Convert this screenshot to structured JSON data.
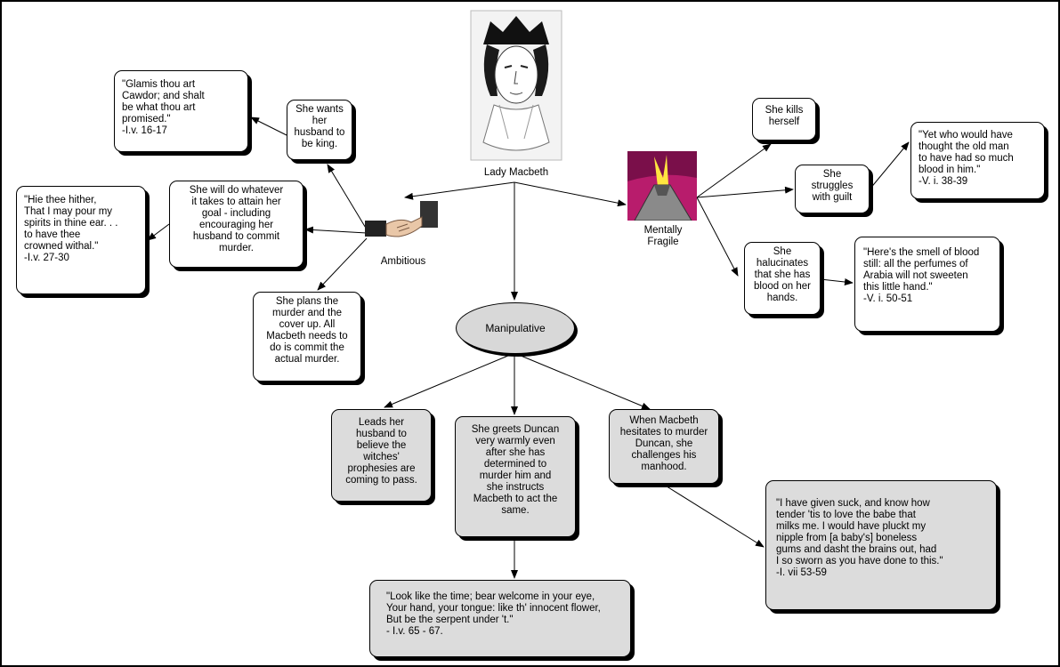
{
  "center": {
    "name": "Lady Macbeth",
    "portrait_icon": "woman-portrait"
  },
  "traits": {
    "ambitious": {
      "label": "Ambitious",
      "icon": "handshake"
    },
    "mentally_fragile": {
      "label": "Mentally\nFragile",
      "icon": "volcano"
    },
    "manipulative": {
      "label": "Manipulative"
    }
  },
  "ambitious_nodes": {
    "wants_king": "She wants\nher\nhusband to\nbe king.",
    "whatever": "She will do whatever\nit takes to attain her\ngoal - including\nencouraging her\nhusband to commit\nmurder.",
    "plans": "She plans the\nmurder and the\ncover up.  All\nMacbeth needs to\ndo is commit the\nactual murder."
  },
  "ambitious_quotes": {
    "glamis": "\"Glamis thou art\nCawdor; and shalt\nbe what thou art\npromised.\"\n          -I.v. 16-17",
    "hie": "\"Hie thee hither,\nThat I may pour my\nspirits in thine ear. . .\nto have thee\ncrowned withal.\"\n          -I.v. 27-30"
  },
  "fragile_nodes": {
    "kills": "She kills\nherself",
    "guilt": "She\nstruggles\nwith guilt",
    "halucinates": "She\nhalucinates\nthat she has\nblood on her\nhands."
  },
  "fragile_quotes": {
    "old_man": "\"Yet who would have\nthought the old man\nto have had so much\nblood in him.\"\n          -V. i. 38-39",
    "smell": "\"Here's the smell of blood\nstill: all the perfumes of\nArabia will not sweeten\nthis little hand.\"\n          -V. i. 50-51"
  },
  "manipulative_nodes": {
    "leads": "Leads her\nhusband to\nbelieve the\nwitches'\nprophesies are\ncoming to pass.",
    "greets": "She greets Duncan\nvery warmly even\nafter she has\ndetermined to\nmurder him and\nshe instructs\nMacbeth to act the\nsame.",
    "hesitates": "When Macbeth\nhesitates to murder\nDuncan, she\nchallenges his\nmanhood."
  },
  "manipulative_quotes": {
    "look": "\"Look like the time; bear welcome in your eye,\nYour hand, your tongue: like th' innocent flower,\nBut be the serpent under 't.\"\n          - I.v. 65 - 67.",
    "suck": "\"I have given suck, and know how\ntender 'tis to love the babe that\nmilks me.  I would have pluckt my\nnipple from [a baby's] boneless\ngums and dasht the brains out, had\nI so sworn as you have done to this.\"\n               -I. vii 53-59"
  }
}
